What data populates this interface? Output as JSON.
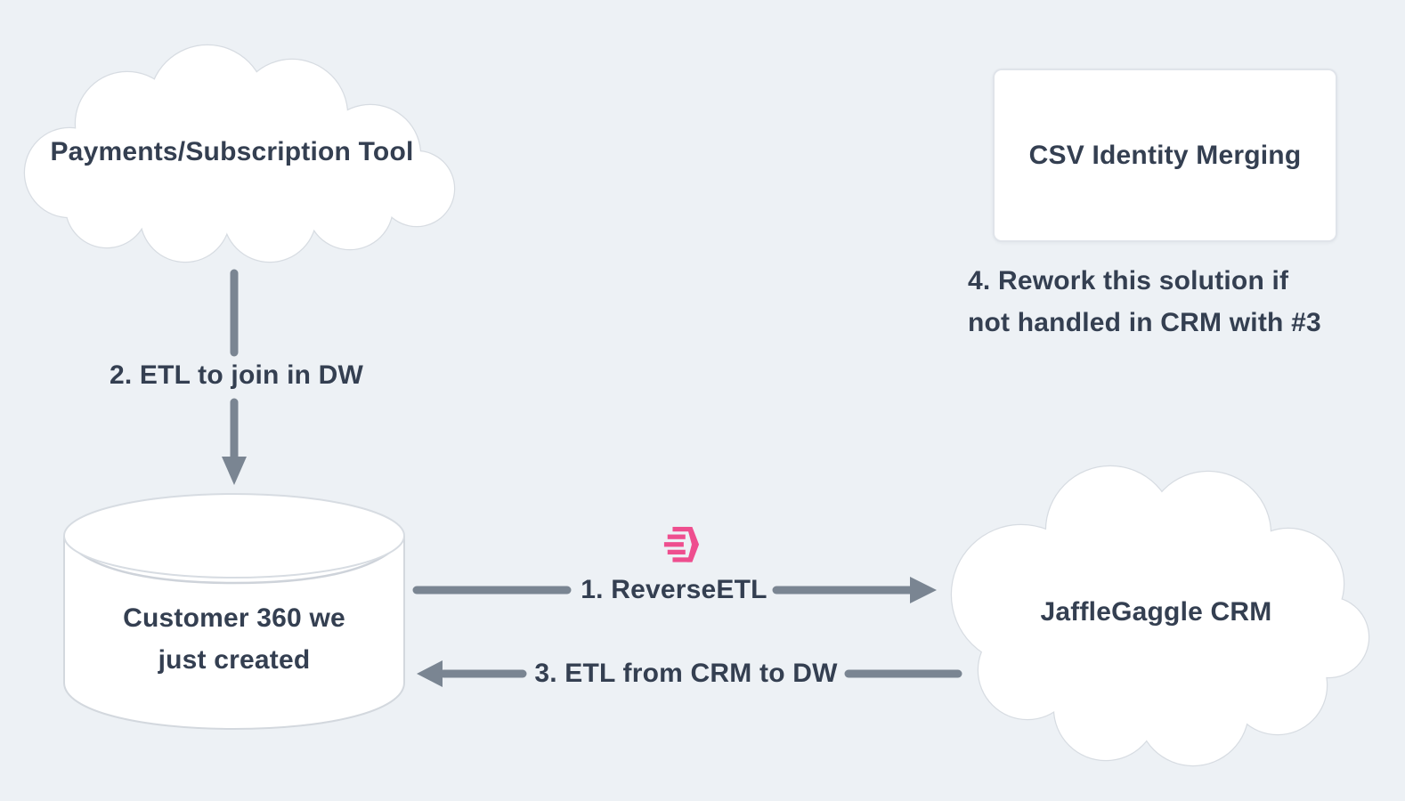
{
  "diagram": {
    "colors": {
      "background": "#edf1f5",
      "node_fill": "#ffffff",
      "node_border": "#d7dce2",
      "arrow": "#7a8592",
      "text": "#343f51",
      "census_pink": "#ee4e8e"
    },
    "nodes": {
      "payments_cloud": {
        "shape": "cloud",
        "label": "Payments/Subscription Tool"
      },
      "csv_identity_box": {
        "shape": "rounded-rectangle",
        "label": "CSV Identity Merging"
      },
      "customer360_cylinder": {
        "shape": "database-cylinder",
        "label_lines": [
          "Customer 360 we",
          "just created"
        ]
      },
      "jafflegaggle_cloud": {
        "shape": "cloud",
        "label": "JaffleGaggle CRM"
      }
    },
    "edges": {
      "reverse_etl": {
        "label": "1. ReverseETL",
        "from": "customer360_cylinder",
        "to": "jafflegaggle_cloud",
        "icon": "census-logo"
      },
      "etl_to_join_in_dw": {
        "label": "2. ETL to join in DW",
        "from": "payments_cloud",
        "to": "customer360_cylinder"
      },
      "etl_from_crm": {
        "label": "3. ETL from CRM to DW",
        "from": "jafflegaggle_cloud",
        "to": "customer360_cylinder"
      }
    },
    "note": {
      "lines": [
        "4. Rework this solution if",
        "not handled in CRM with #3"
      ]
    }
  }
}
